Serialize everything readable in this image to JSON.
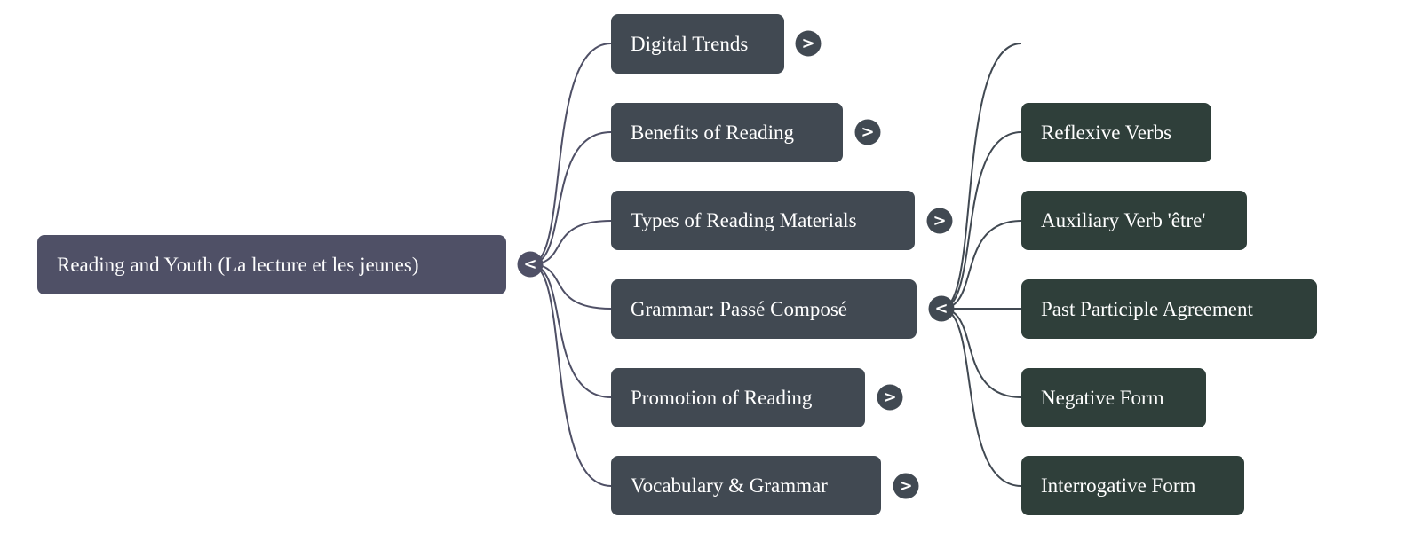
{
  "colors": {
    "root": "#4f5066",
    "level1": "#414952",
    "level2": "#2f3f3a"
  },
  "root": {
    "label": "Reading and Youth (La lecture et les jeunes)",
    "toggle": "<"
  },
  "children": [
    {
      "label": "Digital Trends",
      "toggle": ">"
    },
    {
      "label": "Benefits of Reading",
      "toggle": ">"
    },
    {
      "label": "Types of Reading Materials",
      "toggle": ">"
    },
    {
      "label": "Grammar: Passé Composé",
      "toggle": "<",
      "children": [
        {
          "label": "Reflexive Verbs"
        },
        {
          "label": "Auxiliary Verb 'être'"
        },
        {
          "label": "Past Participle Agreement"
        },
        {
          "label": "Negative Form"
        },
        {
          "label": "Interrogative Form"
        }
      ]
    },
    {
      "label": "Promotion of Reading",
      "toggle": ">"
    },
    {
      "label": "Vocabulary & Grammar",
      "toggle": ">"
    }
  ]
}
